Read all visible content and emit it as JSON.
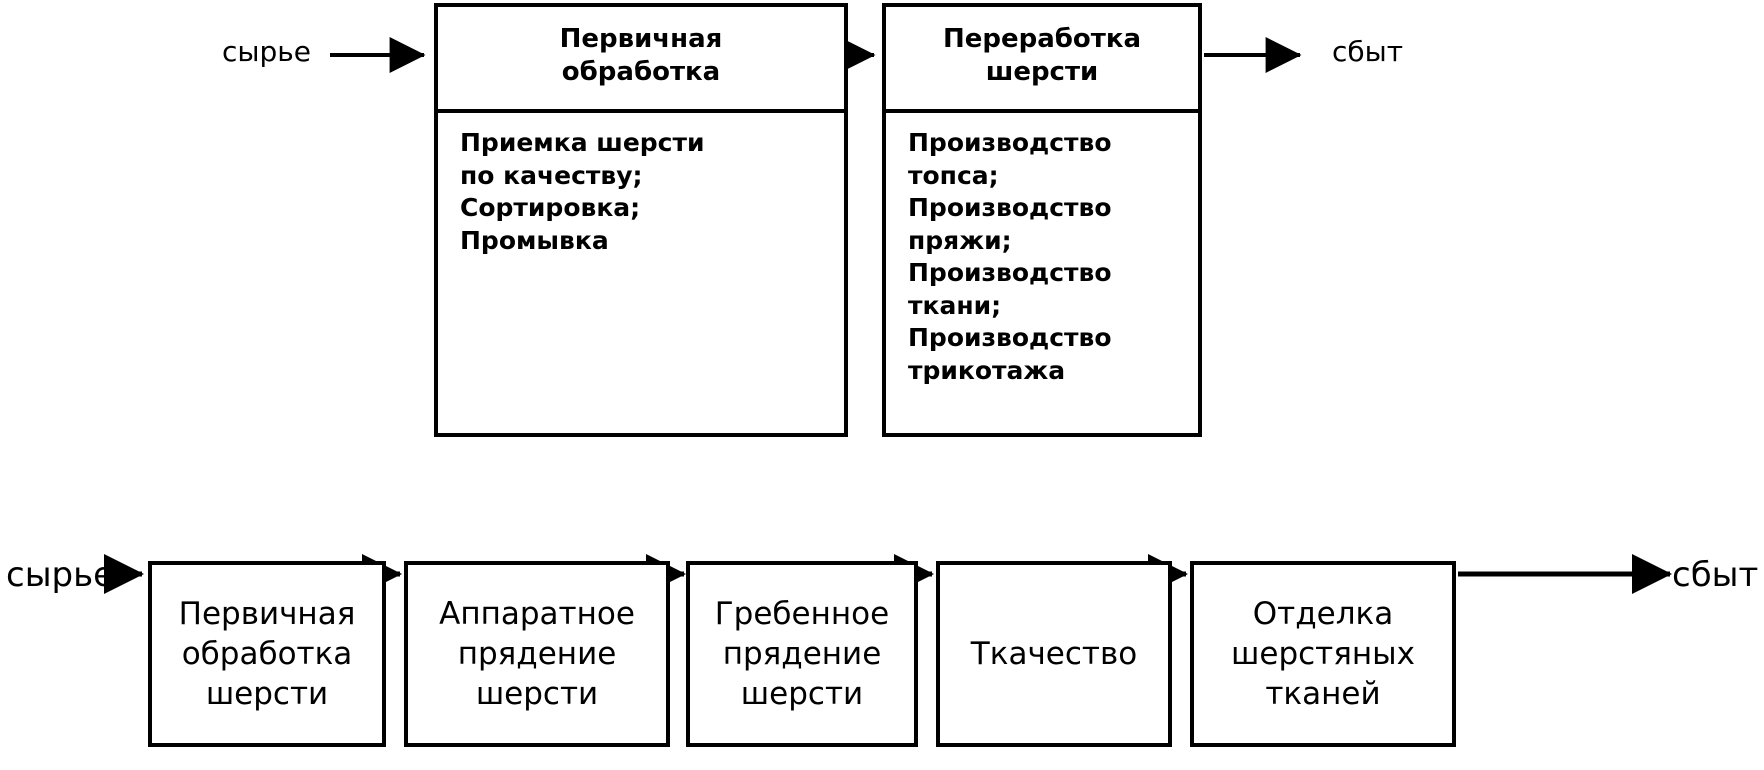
{
  "diagram": {
    "title_hidden": "",
    "colors": {
      "line": "#000000",
      "background": "#ffffff",
      "text": "#000000"
    },
    "top_flow": {
      "input_label": "сырье",
      "output_label": "сбыт",
      "boxes": [
        {
          "header": "Первичная\nобработка",
          "header_line_1": "Первичная",
          "header_line_2": "обработка",
          "body": "Приемка шерсти\nпо качеству;\nСортировка;\nПромывка",
          "body_items": [
            "Приемка шерсти по качеству;",
            "Сортировка;",
            "Промывка"
          ]
        },
        {
          "header": "Переработка\nшерсти",
          "header_line_1": "Переработка",
          "header_line_2": "шерсти",
          "body": "Производство\nтопса;\nПроизводство\nпряжи;\nПроизводство\nткани;\nПроизводство\nтрикотажа",
          "body_items": [
            "Производство топса;",
            "Производство пряжи;",
            "Производство ткани;",
            "Производство трикотажа"
          ]
        }
      ]
    },
    "bottom_flow": {
      "input_label": "сырье",
      "output_label": "сбыт",
      "boxes": [
        {
          "label": "Первичная\nобработка\nшерсти"
        },
        {
          "label": "Аппаратное\nпрядение\nшерсти"
        },
        {
          "label": "Гребенное\nпрядение\nшерсти"
        },
        {
          "label": "Ткачество"
        },
        {
          "label": "Отделка\nшерстяных\nтканей"
        }
      ]
    }
  }
}
